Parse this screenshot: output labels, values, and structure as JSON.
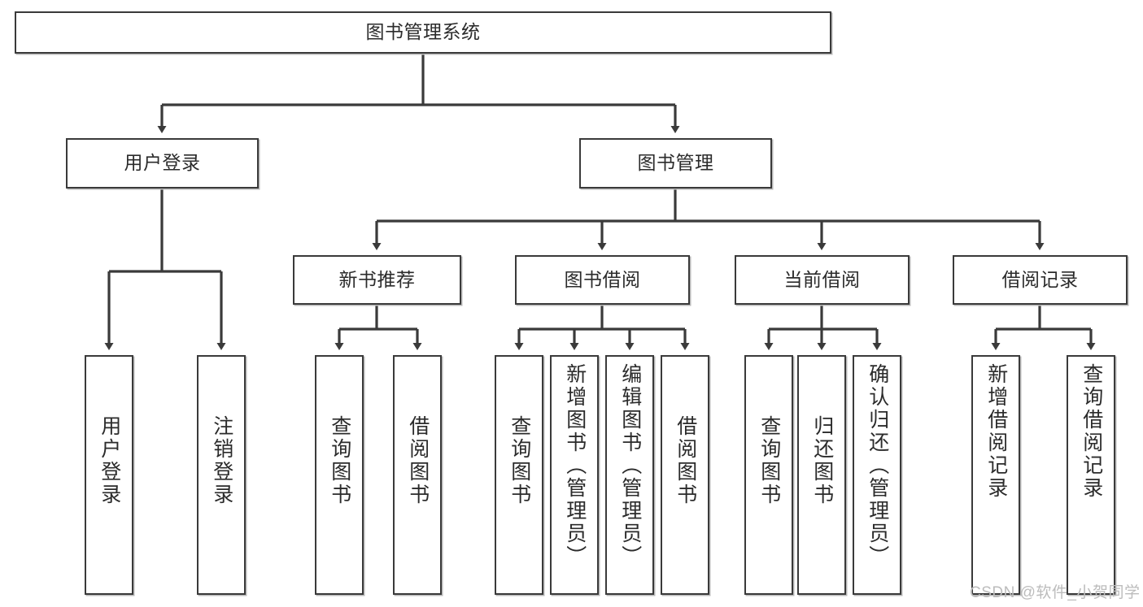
{
  "diagram": {
    "type": "tree",
    "title": "图书管理系统",
    "watermark": "CSDN @软件_小贺同学",
    "colors": {
      "box_border": "#3a3a3a",
      "box_fill": "#ffffff",
      "connector": "#3a3a3a",
      "text": "#2b2b2b",
      "watermark": "#bcbcbc"
    },
    "levels": {
      "root": "图书管理系统",
      "level1": [
        "用户登录",
        "图书管理"
      ],
      "level2": [
        "新书推荐",
        "图书借阅",
        "当前借阅",
        "借阅记录"
      ]
    },
    "nodes": {
      "root": {
        "label": "图书管理系统"
      },
      "user_login": {
        "label": "用户登录"
      },
      "book_manage": {
        "label": "图书管理"
      },
      "new_book_rec": {
        "label": "新书推荐"
      },
      "book_borrow": {
        "label": "图书借阅"
      },
      "current_borrow": {
        "label": "当前借阅"
      },
      "borrow_record": {
        "label": "借阅记录"
      },
      "leaf_user_login": {
        "label": "用户登录"
      },
      "leaf_logout": {
        "label": "注销登录"
      },
      "leaf_query_book_1": {
        "label": "查询图书"
      },
      "leaf_borrow_book_1": {
        "label": "借阅图书"
      },
      "leaf_query_book_2": {
        "label": "查询图书"
      },
      "leaf_add_book": {
        "label": "新增图书（管理员）"
      },
      "leaf_edit_book": {
        "label": "编辑图书（管理员）"
      },
      "leaf_borrow_book_2": {
        "label": "借阅图书"
      },
      "leaf_query_book_3": {
        "label": "查询图书"
      },
      "leaf_return_book": {
        "label": "归还图书"
      },
      "leaf_confirm_return": {
        "label": "确认归还（管理员）"
      },
      "leaf_add_record": {
        "label": "新增借阅记录"
      },
      "leaf_query_record": {
        "label": "查询借阅记录"
      }
    },
    "edges": [
      {
        "from": "root",
        "to": "user_login"
      },
      {
        "from": "root",
        "to": "book_manage"
      },
      {
        "from": "user_login",
        "to": "leaf_user_login"
      },
      {
        "from": "user_login",
        "to": "leaf_logout"
      },
      {
        "from": "book_manage",
        "to": "new_book_rec"
      },
      {
        "from": "book_manage",
        "to": "book_borrow"
      },
      {
        "from": "book_manage",
        "to": "current_borrow"
      },
      {
        "from": "book_manage",
        "to": "borrow_record"
      },
      {
        "from": "new_book_rec",
        "to": "leaf_query_book_1"
      },
      {
        "from": "new_book_rec",
        "to": "leaf_borrow_book_1"
      },
      {
        "from": "book_borrow",
        "to": "leaf_query_book_2"
      },
      {
        "from": "book_borrow",
        "to": "leaf_add_book"
      },
      {
        "from": "book_borrow",
        "to": "leaf_edit_book"
      },
      {
        "from": "book_borrow",
        "to": "leaf_borrow_book_2"
      },
      {
        "from": "current_borrow",
        "to": "leaf_query_book_3"
      },
      {
        "from": "current_borrow",
        "to": "leaf_return_book"
      },
      {
        "from": "current_borrow",
        "to": "leaf_confirm_return"
      },
      {
        "from": "borrow_record",
        "to": "leaf_add_record"
      },
      {
        "from": "borrow_record",
        "to": "leaf_query_record"
      }
    ]
  }
}
